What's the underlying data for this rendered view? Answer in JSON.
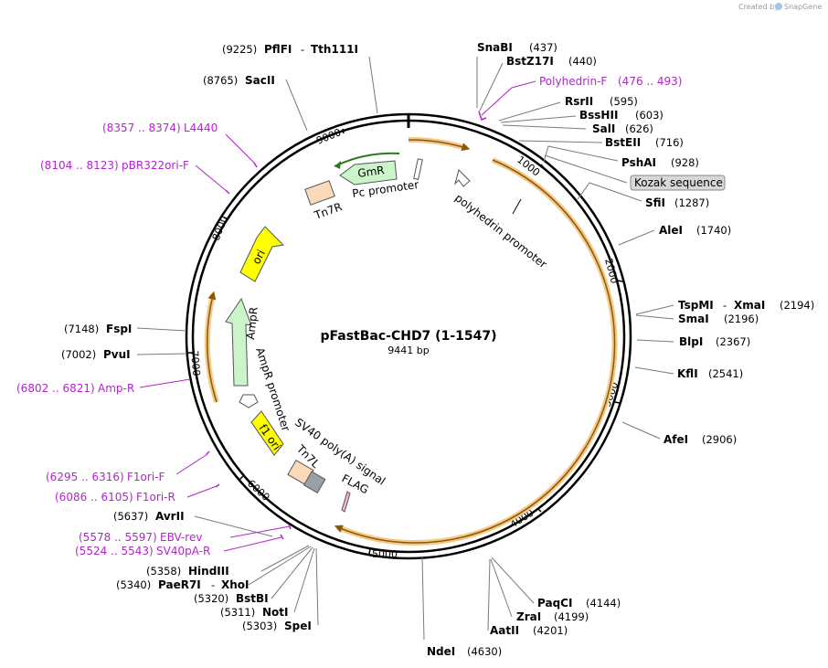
{
  "brand": {
    "created_by": "Created by",
    "name": "SnapGene"
  },
  "plasmid": {
    "name": "pFastBac-CHD7 (1-1547)",
    "size_label": "9441 bp",
    "total_bp": 9441
  },
  "ticks": [
    "1000",
    "2000",
    "3000",
    "4000",
    "5000",
    "6000",
    "7000",
    "8000",
    "9000"
  ],
  "enzymes": [
    {
      "name": "SnaBI",
      "pos": "(437)"
    },
    {
      "name": "BstZ17I",
      "pos": "(440)"
    },
    {
      "name": "RsrII",
      "pos": "(595)"
    },
    {
      "name": "BssHII",
      "pos": "(603)"
    },
    {
      "name": "SalI",
      "pos": "(626)"
    },
    {
      "name": "BstEII",
      "pos": "(716)"
    },
    {
      "name": "PshAI",
      "pos": "(928)"
    },
    {
      "name": "SfiI",
      "pos": "(1287)"
    },
    {
      "name": "AleI",
      "pos": "(1740)"
    },
    {
      "name": "TspMI",
      "name2": "XmaI",
      "pos": "(2194)"
    },
    {
      "name": "SmaI",
      "pos": "(2196)"
    },
    {
      "name": "BlpI",
      "pos": "(2367)"
    },
    {
      "name": "KflI",
      "pos": "(2541)"
    },
    {
      "name": "AfeI",
      "pos": "(2906)"
    },
    {
      "name": "PaqCI",
      "pos": "(4144)"
    },
    {
      "name": "ZraI",
      "pos": "(4199)"
    },
    {
      "name": "AatII",
      "pos": "(4201)"
    },
    {
      "name": "NdeI",
      "pos": "(4630)"
    },
    {
      "name": "SpeI",
      "pos": "(5303)"
    },
    {
      "name": "NotI",
      "pos": "(5311)"
    },
    {
      "name": "BstBI",
      "pos": "(5320)"
    },
    {
      "name": "PaeR7I",
      "name2": "XhoI",
      "pos": "(5340)"
    },
    {
      "name": "HindIII",
      "pos": "(5358)"
    },
    {
      "name": "AvrII",
      "pos": "(5637)"
    },
    {
      "name": "PvuI",
      "pos": "(7002)"
    },
    {
      "name": "FspI",
      "pos": "(7148)"
    },
    {
      "name": "SacII",
      "pos": "(8765)"
    },
    {
      "name": "PflFI",
      "name2": "Tth111I",
      "pos": "(9225)"
    }
  ],
  "primers": [
    {
      "name": "Polyhedrin-F",
      "range": "(476 .. 493)"
    },
    {
      "name": "L4440",
      "range": "(8357 .. 8374)"
    },
    {
      "name": "pBR322ori-F",
      "range": "(8104 .. 8123)"
    },
    {
      "name": "Amp-R",
      "range": "(6802 .. 6821)"
    },
    {
      "name": "F1ori-F",
      "range": "(6295 .. 6316)"
    },
    {
      "name": "F1ori-R",
      "range": "(6086 .. 6105)"
    },
    {
      "name": "EBV-rev",
      "range": "(5578 .. 5597)"
    },
    {
      "name": "SV40pA-R",
      "range": "(5524 .. 5543)"
    }
  ],
  "features": {
    "kozak": "Kozak sequence",
    "gmr": "GmR",
    "pc_promoter": "Pc promoter",
    "tn7r": "Tn7R",
    "polyhedrin_promoter": "polyhedrin promoter",
    "ori": "ori",
    "ampr": "AmpR",
    "ampr_promoter": "AmpR promoter",
    "f1_ori": "f1 ori",
    "sv40": "SV40 poly(A) signal",
    "tn7l": "Tn7L",
    "flag": "FLAG"
  },
  "colors": {
    "backbone": "#000000",
    "insert_band": "#f4c88a",
    "insert_line": "#8a5a00",
    "primer": "#b026c9",
    "gmr": "#c9f5c9",
    "ampr": "#c9f5c9",
    "ori": "#ffff00",
    "tn7": "#fbd9bb",
    "tn7l_dark": "#9aa0a8",
    "kozak_bg": "#d8d8d8"
  }
}
